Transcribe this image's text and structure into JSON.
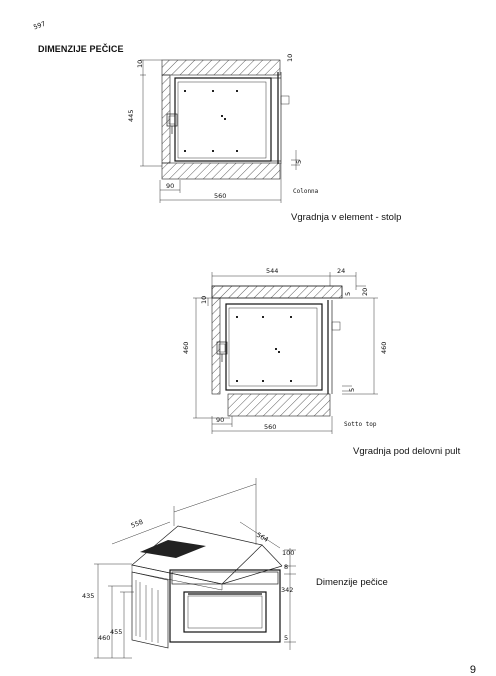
{
  "heading": "DIMENZIJE PEČICE",
  "captions": {
    "column": "Vgradnja v element - stolp",
    "worktop": "Vgradnja pod delovni pult",
    "oven": "Dimenzije pečice"
  },
  "diagram_column": {
    "dims": {
      "top": "10",
      "height": "445",
      "right_gap": "5",
      "depth_small": "90",
      "width": "560"
    },
    "note": "Colonna"
  },
  "diagram_worktop": {
    "dims": {
      "width_top": "544",
      "gap": "24",
      "side_small": "5",
      "top_right": "20",
      "top_left": "10",
      "height_left": "460",
      "height_right": "460",
      "bottom_right": "5",
      "depth_small": "90",
      "width": "560"
    },
    "note": "Sotto top"
  },
  "diagram_oven": {
    "dims": {
      "depth": "597",
      "width": "558",
      "front": "564",
      "top": "100",
      "small": "8",
      "door": "342",
      "bottom": "5",
      "side_h": "435",
      "total_h": "460",
      "inner_h": "455"
    }
  },
  "page_number": "9"
}
